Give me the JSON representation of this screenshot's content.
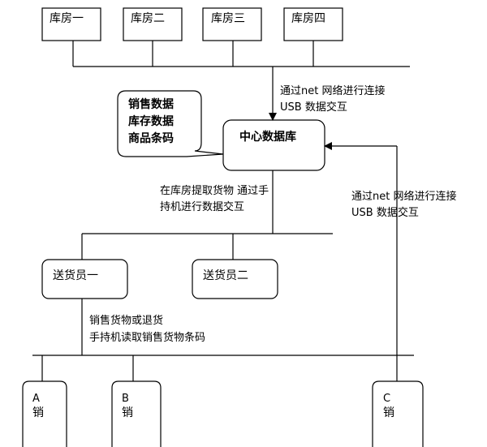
{
  "warehouses": [
    "库房一",
    "库房二",
    "库房三",
    "库房四"
  ],
  "central_db": "中心数据库",
  "callout": [
    "销售数据",
    "库存数据",
    "商品条码"
  ],
  "net_label_top": [
    "通过net 网络进行连接",
    "USB 数据交互"
  ],
  "net_label_right": [
    "通过net 网络进行连接",
    "USB 数据交互"
  ],
  "pickup_label": [
    "在库房提取货物 通过手",
    "持机进行数据交互"
  ],
  "couriers": [
    "送货员一",
    "送货员二"
  ],
  "sales_label": [
    "销售货物或退货",
    "手持机读取销售货物条码"
  ],
  "points": [
    {
      "letter": "A",
      "text": "销"
    },
    {
      "letter": "B",
      "text": "销"
    },
    {
      "letter": "C",
      "text": "销"
    }
  ],
  "colors": {
    "line": "#000000",
    "background": "#ffffff"
  }
}
